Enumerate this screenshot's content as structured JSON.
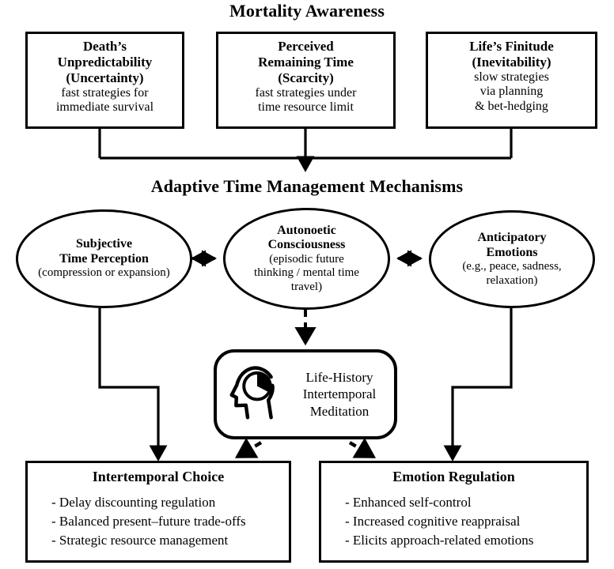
{
  "figure": {
    "title_top": "Mortality Awareness",
    "title_middle": "Adaptive Time Management Mechanisms",
    "ink_color": "#000000",
    "background_color": "#ffffff"
  },
  "mortality_boxes": [
    {
      "line1": "Death’s",
      "line2": "Unpredictability",
      "line3": "(Uncertainty)",
      "sub1": "fast strategies for",
      "sub2": "immediate survival"
    },
    {
      "line1": "Perceived",
      "line2": "Remaining Time",
      "line3": "(Scarcity)",
      "sub1": "fast strategies under",
      "sub2": "time resource limit"
    },
    {
      "line1": "Life’s Finitude",
      "line2": "(Inevitability)",
      "sub1": "slow strategies",
      "sub2": "via planning",
      "sub3": "& bet-hedging"
    }
  ],
  "mechanisms": [
    {
      "hdr1": "Subjective",
      "hdr2": "Time Perception",
      "sub1": "(compression or expansion)"
    },
    {
      "hdr1": "Autonoetic",
      "hdr2": "Consciousness",
      "sub1": "(episodic future",
      "sub2": "thinking / mental time",
      "sub3": "travel)"
    },
    {
      "hdr1": "Anticipatory",
      "hdr2": "Emotions",
      "sub1": "(e.g., peace, sadness,",
      "sub2": "relaxation)"
    }
  ],
  "meditation": {
    "icon": "head-with-clock-icon",
    "line1": "Life-History",
    "line2": "Intertemporal",
    "line3": "Meditation"
  },
  "outcomes": [
    {
      "title": "Intertemporal Choice",
      "items": [
        "- Delay discounting regulation",
        "- Balanced present–future trade-offs",
        "- Strategic resource management"
      ]
    },
    {
      "title": "Emotion Regulation",
      "items": [
        "- Enhanced self-control",
        "- Increased cognitive reappraisal",
        "- Elicits approach-related emotions"
      ]
    }
  ]
}
